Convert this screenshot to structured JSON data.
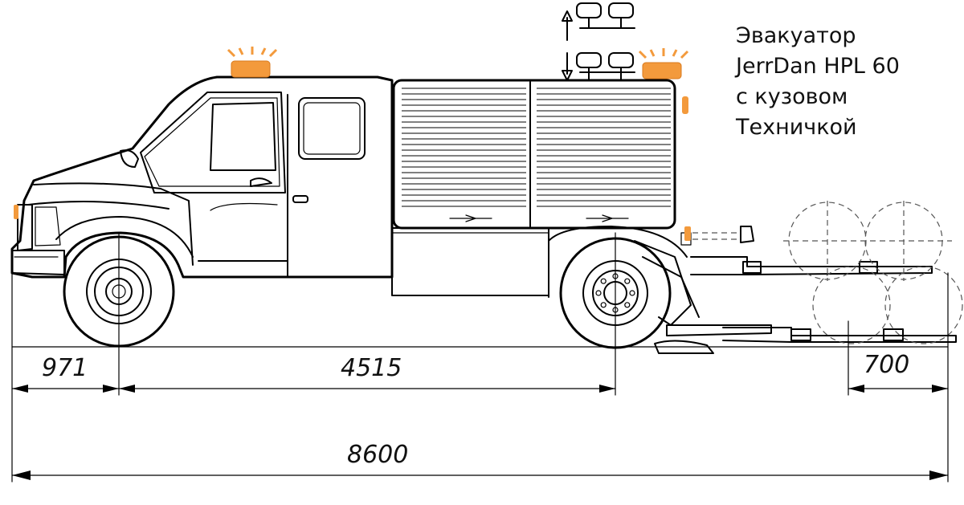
{
  "title": {
    "lines": [
      "Эвакуатор",
      "JerrDan HPL 60",
      "с кузовом",
      "Техничкой"
    ]
  },
  "dimensions": {
    "front_overhang": "971",
    "wheelbase": "4515",
    "boom_extension": "700",
    "overall_length": "8600"
  },
  "colors": {
    "beacon": "#f39a3c",
    "beacon_light": "#f7b56a",
    "line": "#000000"
  },
  "icons": [
    "beacon-icon",
    "arrow-up-icon",
    "arrow-down-icon",
    "work-light-icon"
  ]
}
